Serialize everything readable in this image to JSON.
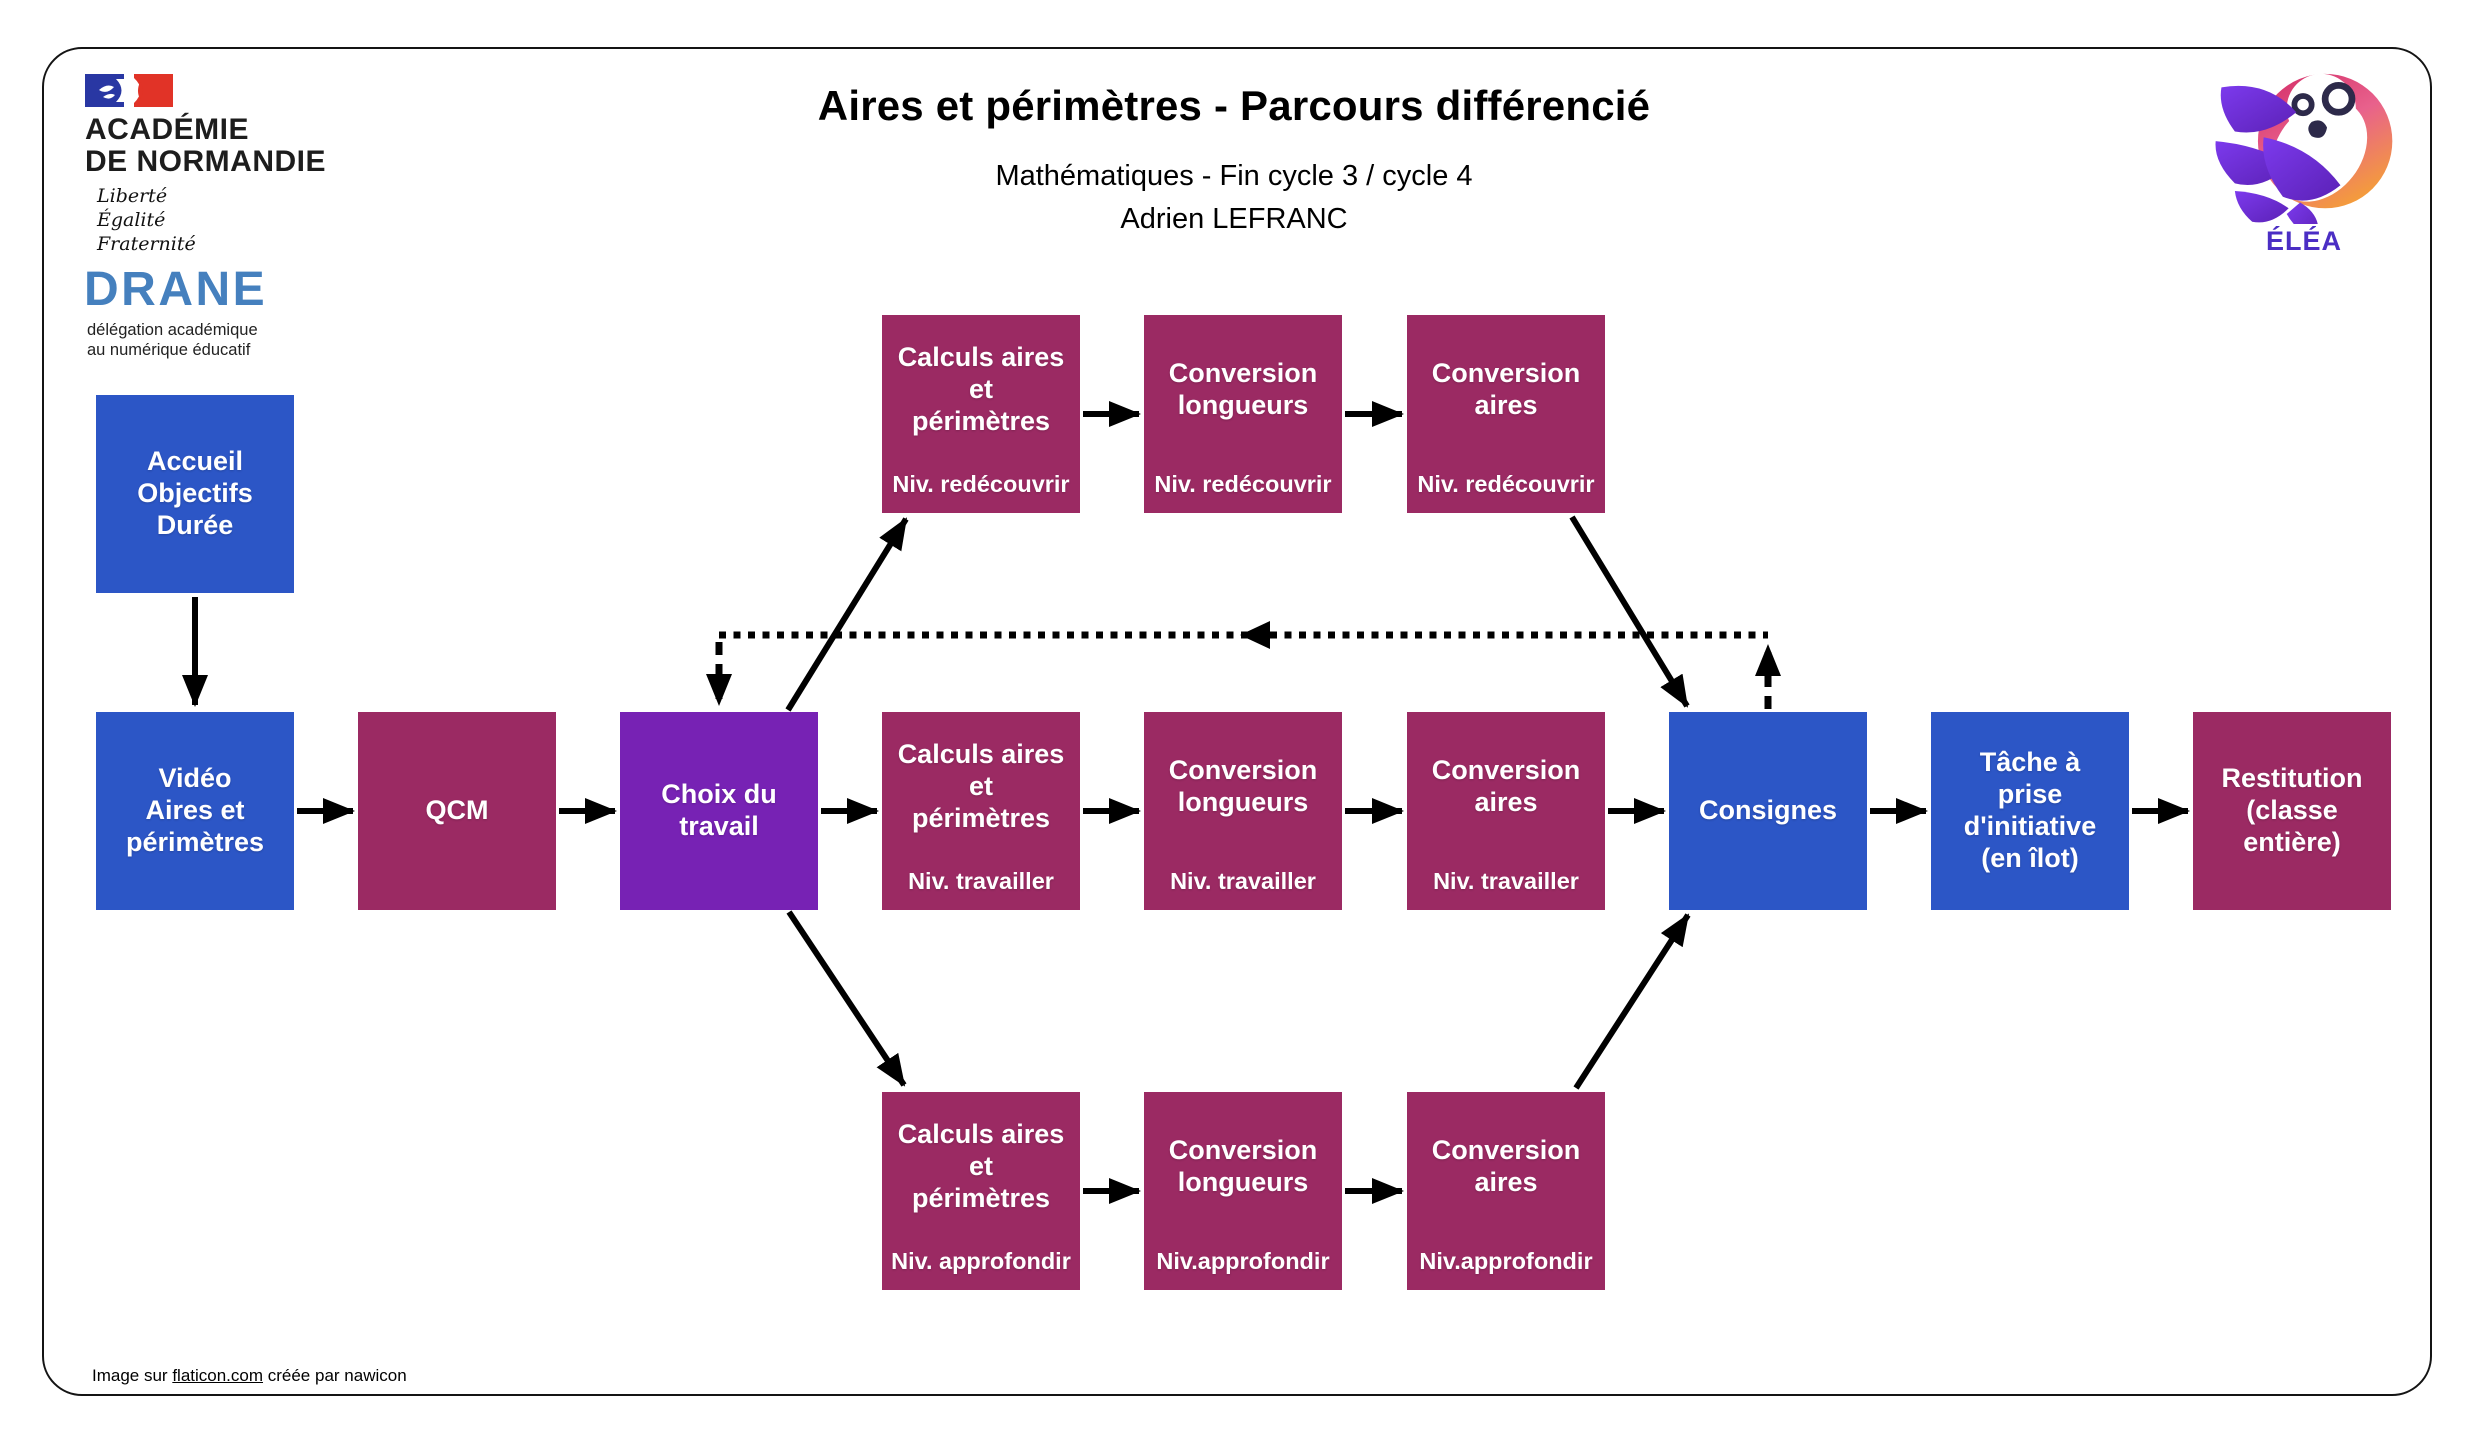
{
  "header": {
    "title": "Aires et périmètres - Parcours différencié",
    "subtitle": "Mathématiques - Fin cycle 3 / cycle 4",
    "author": "Adrien LEFRANC"
  },
  "branding": {
    "academie_line1": "ACADÉMIE",
    "academie_line2": "DE NORMANDIE",
    "motto": [
      "Liberté",
      "Égalité",
      "Fraternité"
    ],
    "drane": "DRANE",
    "drane_sub1": "délégation académique",
    "drane_sub2": "au numérique éducatif",
    "elea": "ÉLÉA"
  },
  "colors": {
    "node_blue": "#2C56C6",
    "node_berry": "#9B2A63",
    "node_purple": "#7722B4",
    "drane_blue": "#4580BE",
    "elea_purple": "#4B2EC4"
  },
  "nodes": [
    {
      "id": "accueil",
      "col": 0,
      "row": "accueil",
      "color": "blue",
      "label": "Accueil\nObjectifs\nDurée",
      "sublabel": ""
    },
    {
      "id": "video",
      "col": 0,
      "row": "mid",
      "color": "blue",
      "label": "Vidéo\nAires et\npérimètres",
      "sublabel": ""
    },
    {
      "id": "qcm",
      "col": 1,
      "row": "mid",
      "color": "berry",
      "label": "QCM",
      "sublabel": ""
    },
    {
      "id": "choix-du-travail",
      "col": 2,
      "row": "mid",
      "color": "purple",
      "label": "Choix du\ntravail",
      "sublabel": ""
    },
    {
      "id": "calculs-redecouvrir",
      "col": 3,
      "row": "top",
      "color": "berry",
      "label": "Calculs aires\net\npérimètres",
      "sublabel": "Niv. redécouvrir"
    },
    {
      "id": "conversion-longueurs-redecouvrir",
      "col": 4,
      "row": "top",
      "color": "berry",
      "label": "Conversion\nlongueurs",
      "sublabel": "Niv. redécouvrir"
    },
    {
      "id": "conversion-aires-redecouvrir",
      "col": 5,
      "row": "top",
      "color": "berry",
      "label": "Conversion\naires",
      "sublabel": "Niv. redécouvrir"
    },
    {
      "id": "calculs-travailler",
      "col": 3,
      "row": "mid",
      "color": "berry",
      "label": "Calculs aires\net\npérimètres",
      "sublabel": "Niv. travailler"
    },
    {
      "id": "conversion-longueurs-travailler",
      "col": 4,
      "row": "mid",
      "color": "berry",
      "label": "Conversion\nlongueurs",
      "sublabel": "Niv. travailler"
    },
    {
      "id": "conversion-aires-travailler",
      "col": 5,
      "row": "mid",
      "color": "berry",
      "label": "Conversion\naires",
      "sublabel": "Niv. travailler"
    },
    {
      "id": "calculs-approfondir",
      "col": 3,
      "row": "bottom",
      "color": "berry",
      "label": "Calculs aires\net\npérimètres",
      "sublabel": "Niv. approfondir"
    },
    {
      "id": "conversion-longueurs-approfondir",
      "col": 4,
      "row": "bottom",
      "color": "berry",
      "label": "Conversion\nlongueurs",
      "sublabel": "Niv.approfondir"
    },
    {
      "id": "conversion-aires-approfondir",
      "col": 5,
      "row": "bottom",
      "color": "berry",
      "label": "Conversion\naires",
      "sublabel": "Niv.approfondir"
    },
    {
      "id": "consignes",
      "col": 6,
      "row": "mid",
      "color": "blue",
      "label": "Consignes",
      "sublabel": ""
    },
    {
      "id": "tache-initiative",
      "col": 7,
      "row": "mid",
      "color": "blue",
      "label": "Tâche à\nprise\nd'initiative\n(en îlot)",
      "sublabel": ""
    },
    {
      "id": "restitution",
      "col": 8,
      "row": "mid",
      "color": "berry",
      "label": "Restitution\n(classe\nentière)",
      "sublabel": ""
    }
  ],
  "footer": {
    "attribution_prefix": "Image sur ",
    "attribution_link": "flaticon.com",
    "attribution_suffix": " créée par nawicon"
  }
}
